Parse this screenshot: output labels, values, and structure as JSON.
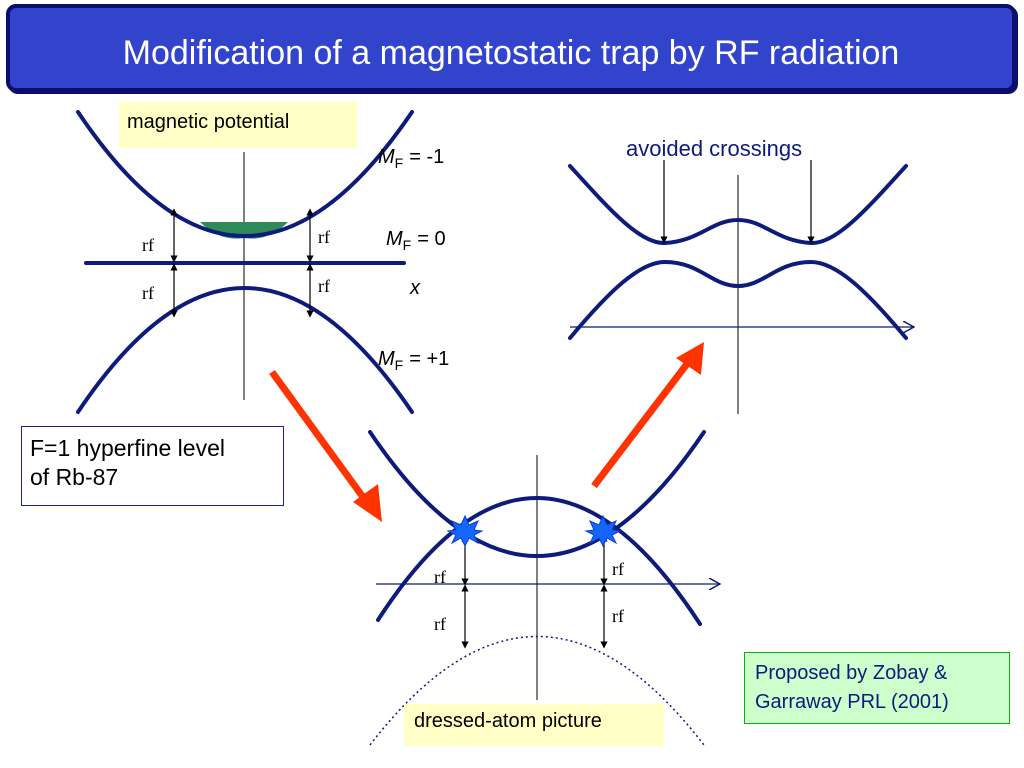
{
  "title": "Modification of a magnetostatic trap by RF radiation",
  "labels": {
    "magnetic_potential": "magnetic potential",
    "avoided_crossings": "avoided crossings",
    "dressed_atom": "dressed-atom picture",
    "mf_minus1": "= -1",
    "mf_zero": "= 0",
    "mf_plus1": "= +1",
    "mf_symbol": "M",
    "mf_sub": "F",
    "x_axis": "x",
    "rf": "rf"
  },
  "hyperfine": {
    "line1": "F=1 hyperfine level",
    "line2": "of Rb-87"
  },
  "proposed": {
    "line1": "Proposed by Zobay &",
    "line2": "Garraway PRL (2001)"
  },
  "colors": {
    "curve": "#0d1b7a",
    "arrow": "#ff3300",
    "star": "#1565ff",
    "trapped_fill": "#2e8b57"
  }
}
